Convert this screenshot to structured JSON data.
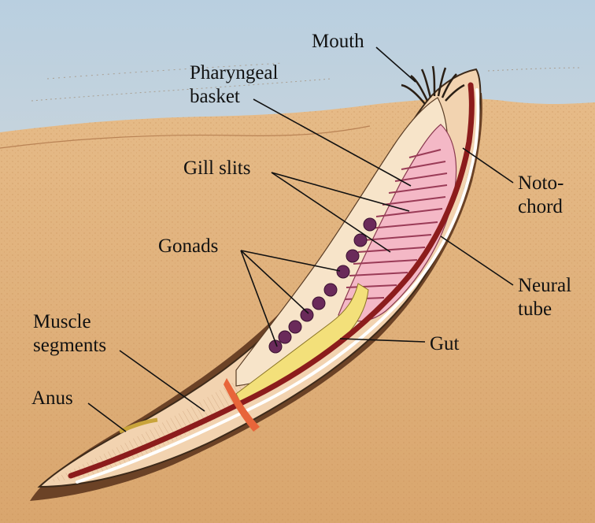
{
  "labels": {
    "mouth": "Mouth",
    "pharyngeal_line1": "Pharyngeal",
    "pharyngeal_line2": "basket",
    "gill_slits": "Gill slits",
    "gonads": "Gonads",
    "muscle_line1": "Muscle",
    "muscle_line2": "segments",
    "anus": "Anus",
    "noto_line1": "Noto-",
    "noto_line2": "chord",
    "neural_line1": "Neural",
    "neural_line2": "tube",
    "gut": "Gut"
  },
  "colors": {
    "sky_top": "#b9cfe0",
    "sky_bottom": "#e3ded5",
    "sand_light": "#e2b582",
    "sand_mid": "#d6a06a",
    "burrow_dark": "#6b4226",
    "body_skin": "#f2d3b0",
    "muscle_tan": "#e8c6a2",
    "pharynx_pink": "#f4b8c6",
    "gut_yellow": "#f3e07a",
    "notochord_red": "#8c1c1c",
    "neural_white": "#ffffff",
    "gonad_purple": "#6a2a5a",
    "wound_orange": "#e8653a"
  }
}
